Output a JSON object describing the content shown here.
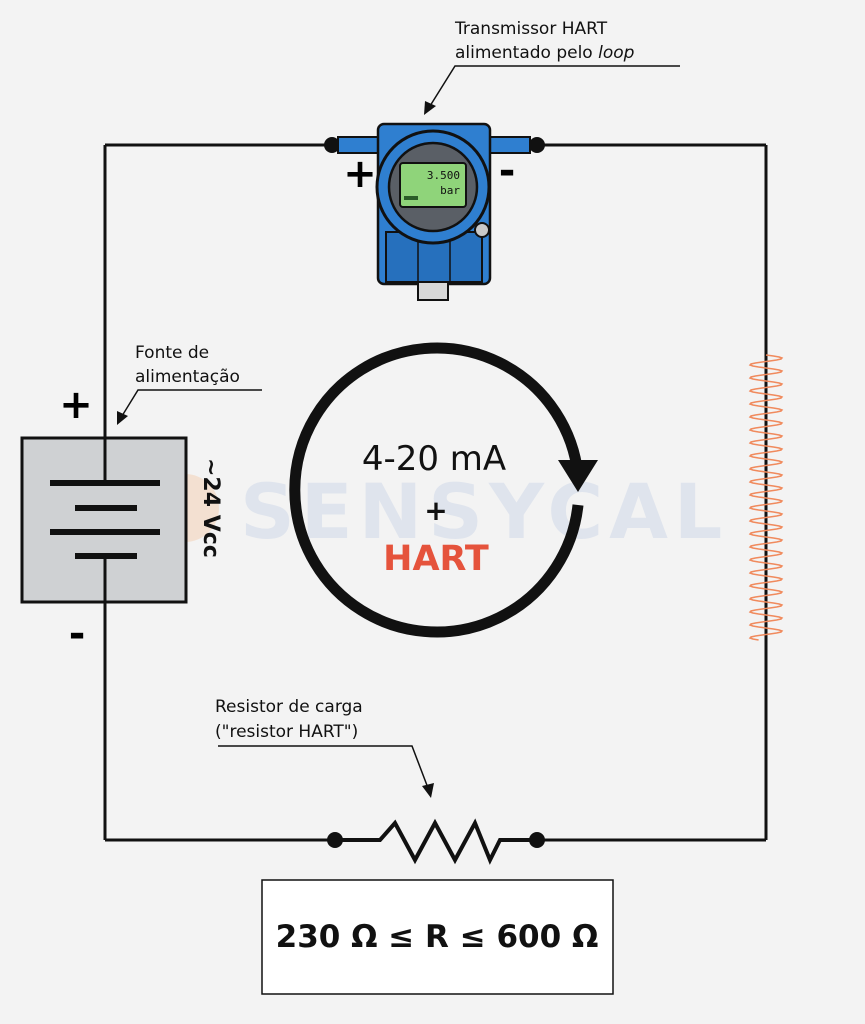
{
  "colors": {
    "background": "#f3f3f3",
    "wire": "#111111",
    "transmitter_body": "#2f7fd0",
    "lcd": "#8fd47a",
    "battery_fill": "#cfd1d3",
    "hart_text": "#e5533c",
    "noise_wave": "#f08a5d",
    "watermark": "#c8d3e6"
  },
  "labels": {
    "transmitter_line1": "Transmissor HART",
    "transmitter_line2_prefix": "alimentado pelo ",
    "transmitter_line2_italic": "loop",
    "power_supply_line1": "Fonte de",
    "power_supply_line2": "alimentação",
    "voltage": "~24 Vcc",
    "resistor_line1": "Resistor de carga",
    "resistor_line2": "(\"resistor HART\")",
    "current": "4-20 mA",
    "plus": "+",
    "hart": "HART",
    "inequality": "230 Ω ≤ R ≤ 600 Ω"
  },
  "polarity": {
    "transmitter_positive": "+",
    "transmitter_negative": "-",
    "battery_positive": "+",
    "battery_negative": "-"
  },
  "display": {
    "value": "3.500",
    "unit": "bar"
  },
  "watermark": "SENSYCAL"
}
